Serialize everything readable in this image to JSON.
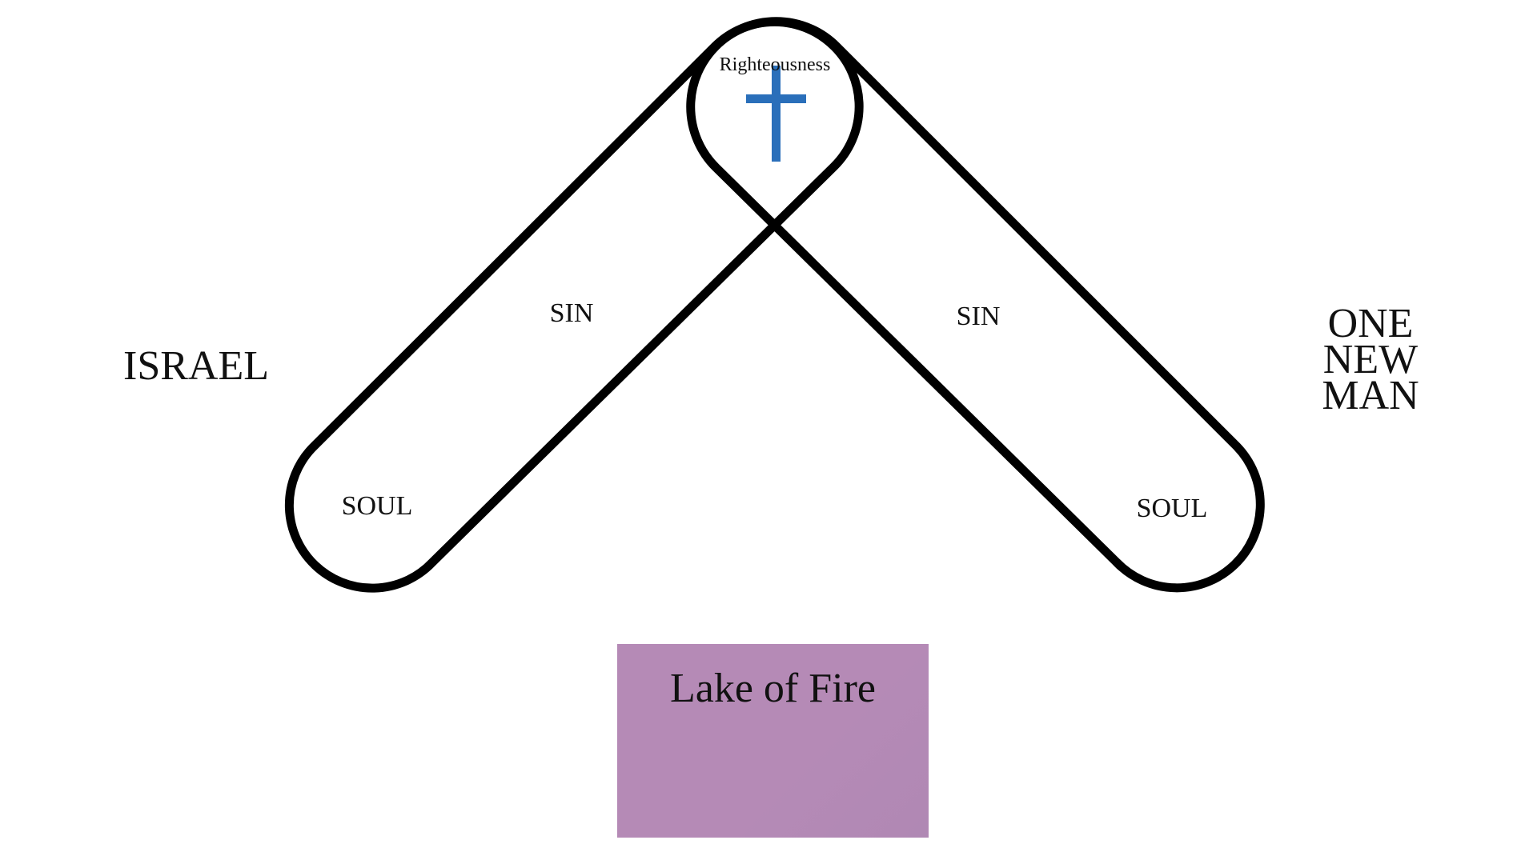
{
  "diagram": {
    "left_group_label": "ISRAEL",
    "right_group_label": [
      "ONE",
      "NEW",
      "MAN"
    ],
    "top_label": "Righteousness",
    "left_capsule": {
      "middle_label": "SIN",
      "bottom_label": "SOUL"
    },
    "right_capsule": {
      "middle_label": "SIN",
      "bottom_label": "SOUL"
    },
    "cross_icon": "cross-icon",
    "lake": {
      "label": "Lake of Fire"
    }
  },
  "colors": {
    "outline": "#000000",
    "cross": "#2a6fba",
    "lake_fill": "#b58ab6",
    "text": "#111111"
  }
}
